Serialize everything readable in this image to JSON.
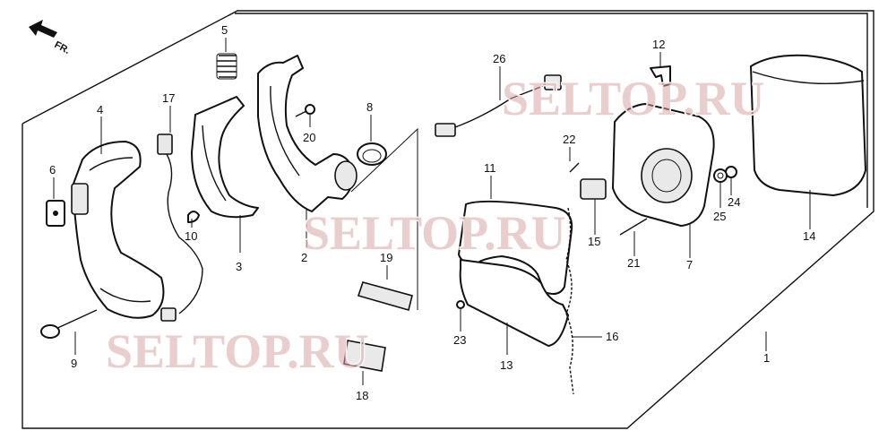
{
  "direction_label": "FR.",
  "watermark": "SELTOP.RU",
  "callouts": {
    "c1": "1",
    "c2": "2",
    "c3": "3",
    "c4": "4",
    "c5": "5",
    "c6": "6",
    "c7": "7",
    "c8": "8",
    "c9": "9",
    "c10": "10",
    "c11": "11",
    "c12": "12",
    "c13": "13",
    "c14": "14",
    "c15": "15",
    "c16": "16",
    "c17": "17",
    "c18": "18",
    "c19": "19",
    "c20": "20",
    "c21": "21",
    "c22": "22",
    "c23": "23",
    "c24": "24",
    "c25": "25",
    "c26": "26"
  }
}
